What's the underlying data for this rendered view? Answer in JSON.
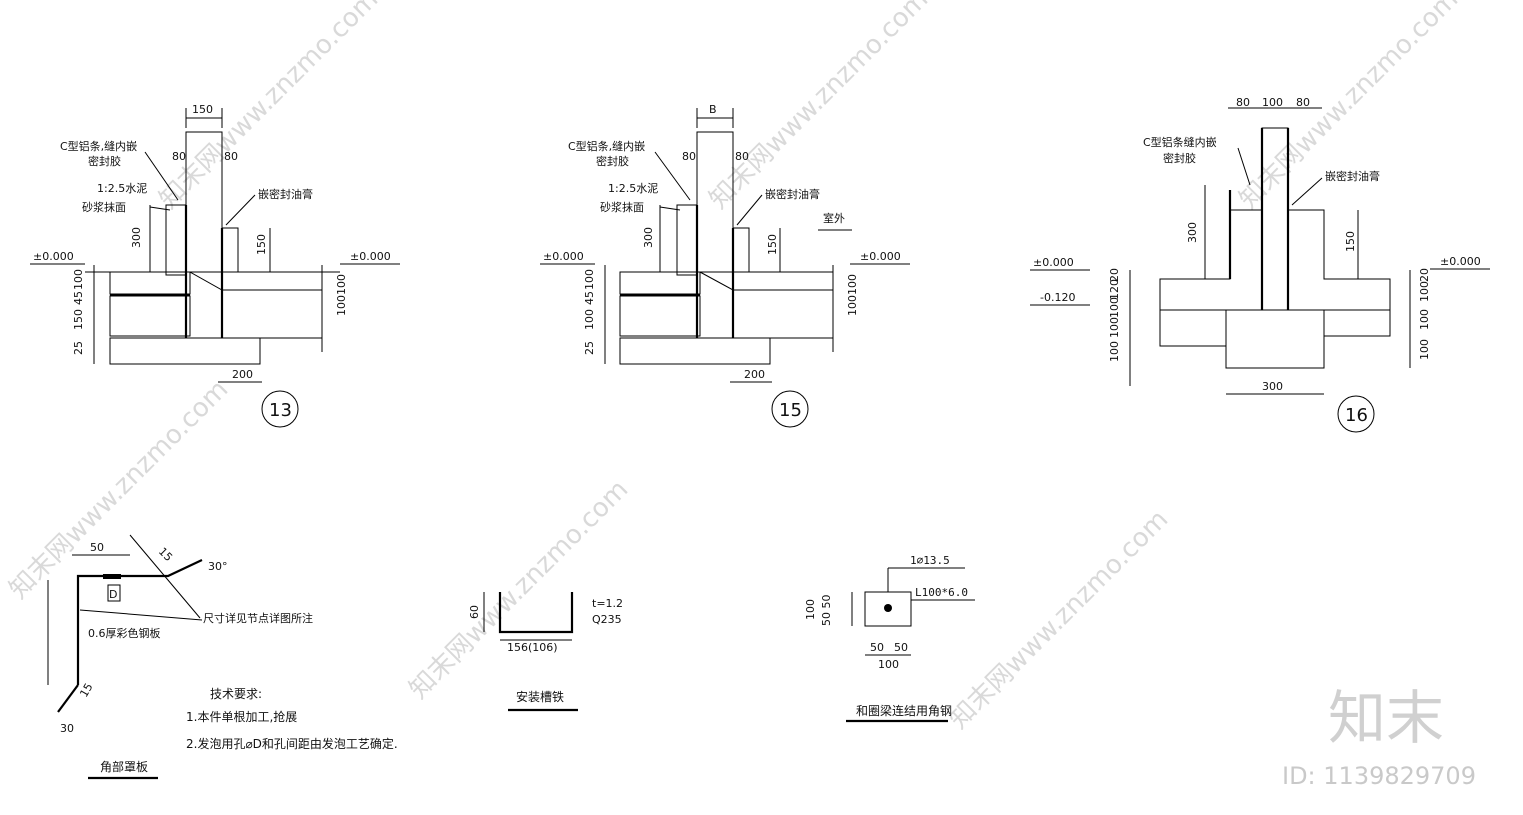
{
  "detail13": {
    "number": "13",
    "dim_top": "150",
    "dim_left80": "80",
    "dim_right80": "80",
    "label_strip_1": "C型铝条,缝内嵌",
    "label_strip_2": "密封胶",
    "label_mortar_1": "1:2.5水泥",
    "label_mortar_2": "砂浆抹面",
    "label_sealant": "嵌密封油膏",
    "level_left": "±0.000",
    "level_right": "±0.000",
    "dim_300": "300",
    "dim_150_right": "150",
    "dim_left_100": "100",
    "dim_left_45": "45",
    "dim_left_150": "150",
    "dim_left_25": "25",
    "dim_right_100a": "100",
    "dim_right_100b": "100",
    "dim_bottom": "200"
  },
  "detail15": {
    "number": "15",
    "dim_top": "B",
    "dim_left80": "80",
    "dim_right80": "80",
    "label_strip_1": "C型铝条,缝内嵌",
    "label_strip_2": "密封胶",
    "label_mortar_1": "1:2.5水泥",
    "label_mortar_2": "砂浆抹面",
    "label_sealant": "嵌密封油膏",
    "label_outside": "室外",
    "level_left": "±0.000",
    "level_right": "±0.000",
    "dim_300": "300",
    "dim_150_right": "150",
    "dim_left_100a": "100",
    "dim_left_45": "45",
    "dim_left_100b": "100",
    "dim_left_25": "25",
    "dim_right_100a": "100",
    "dim_right_100b": "100",
    "dim_bottom": "200"
  },
  "detail16": {
    "number": "16",
    "dim_top_80a": "80",
    "dim_top_100": "100",
    "dim_top_80b": "80",
    "label_strip_1": "C型铝条缝内嵌",
    "label_strip_2": "密封胶",
    "label_sealant": "嵌密封油膏",
    "level_left": "±0.000",
    "level_left2": "-0.120",
    "level_right": "±0.000",
    "dim_300": "300",
    "dim_150": "150",
    "dim_left_20": "20",
    "dim_left_120": "120",
    "dim_left_100a": "100",
    "dim_left_100b": "100",
    "dim_left_100c": "100",
    "dim_right_20": "20",
    "dim_right_100a": "100",
    "dim_right_100b": "100",
    "dim_right_100c": "100",
    "dim_bottom": "300"
  },
  "corner_cover": {
    "title": "角部罩板",
    "dim_50": "50",
    "dim_15a": "15",
    "dim_30a": "30°",
    "dim_D": "D",
    "dim_15b": "15",
    "dim_30b": "30",
    "label_size": "尺寸详见节点详图所注",
    "label_steel": "0.6厚彩色钢板",
    "req_title": "技术要求:",
    "req_1": "1.本件单根加工,抢展",
    "req_2": "2.发泡用孔⌀D和孔间距由发泡工艺确定."
  },
  "channel": {
    "title": "安装槽铁",
    "dim_60": "60",
    "dim_width": "156(106)",
    "thickness": "t=1.2",
    "material": "Q235"
  },
  "angle": {
    "title": "和圈梁连结用角钢",
    "hole": "1⌀13.5",
    "section": "L100*6.0",
    "dim_100v": "100",
    "dim_50_50v": "50 50",
    "dim_50a": "50",
    "dim_50b": "50",
    "dim_100h": "100"
  },
  "watermark": {
    "text": "知末网www.znzmo.com",
    "logo": "知末",
    "id": "ID: 1139829709"
  }
}
